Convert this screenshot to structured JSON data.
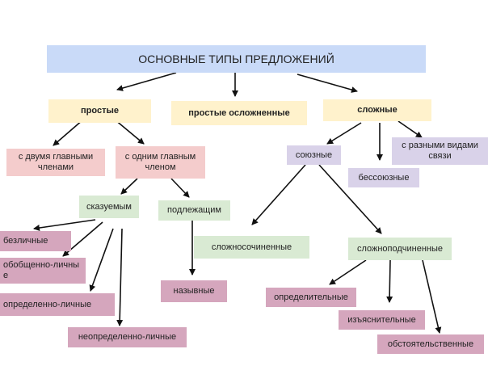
{
  "title": "ОСНОВНЫЕ ТИПЫ ПРЕДЛОЖЕНИЙ",
  "level1": {
    "simple": "простые",
    "simple_complicated": "простые осложненные",
    "complex": "сложные"
  },
  "simple_branch": {
    "two_main": "с двумя главными членами",
    "one_main": "с одним главным членом",
    "predicate": "сказуемым",
    "subject": "подлежащим"
  },
  "predicate_types": {
    "impersonal": "безличные",
    "generalized": "обобщенно-личные",
    "definite": "определенно-личные",
    "indefinite": "неопределенно-личные"
  },
  "subject_types": {
    "nominative": "назывные"
  },
  "complex_branch": {
    "conjunctive": "союзные",
    "non_conjunctive": "бессоюзные",
    "mixed": "с разными видами связи",
    "compound": "сложносочиненные",
    "subordinate": "сложноподчиненные"
  },
  "subordinate_types": {
    "attributive": "определительные",
    "explanatory": "изъяснительные",
    "adverbial": "обстоятельственные"
  }
}
